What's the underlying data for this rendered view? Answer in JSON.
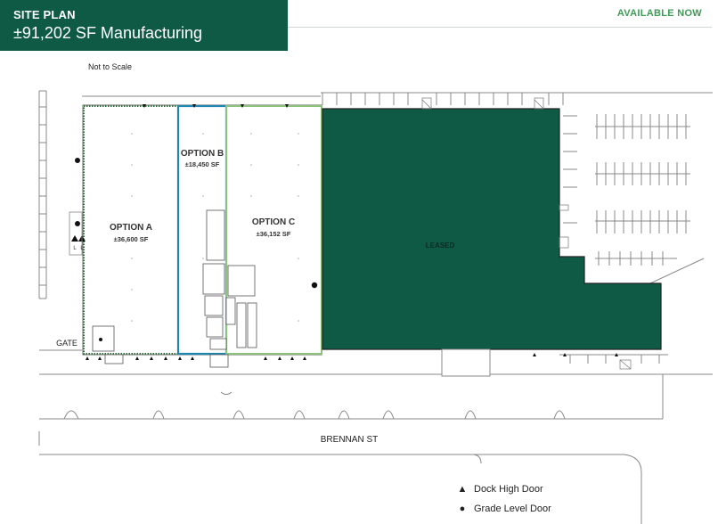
{
  "header": {
    "title": "SITE PLAN",
    "subtitle": "±91,202 SF Manufacturing",
    "status": "AVAILABLE NOW"
  },
  "scale_note": "Not to Scale",
  "spaces": {
    "option_a": {
      "name": "OPTION A",
      "area": "±36,600 SF"
    },
    "option_b": {
      "name": "OPTION B",
      "area": "±18,450 SF"
    },
    "option_c": {
      "name": "OPTION C",
      "area": "±36,152 SF"
    },
    "leased": {
      "name": "LEASED"
    }
  },
  "labels": {
    "gate": "GATE",
    "street": "BRENNAN ST",
    "door_l": "L"
  },
  "legend": [
    {
      "symbol": "▲",
      "label": "Dock High Door",
      "icon": "triangle-icon"
    },
    {
      "symbol": "●",
      "label": "Grade Level Door",
      "icon": "circle-icon"
    }
  ],
  "colors": {
    "brand": "#0f5a45",
    "available": "#3f9a56",
    "option_a_outline": "#2e6b3a",
    "option_b_outline": "#1f86b0",
    "option_c_outline": "#8cc27a"
  }
}
